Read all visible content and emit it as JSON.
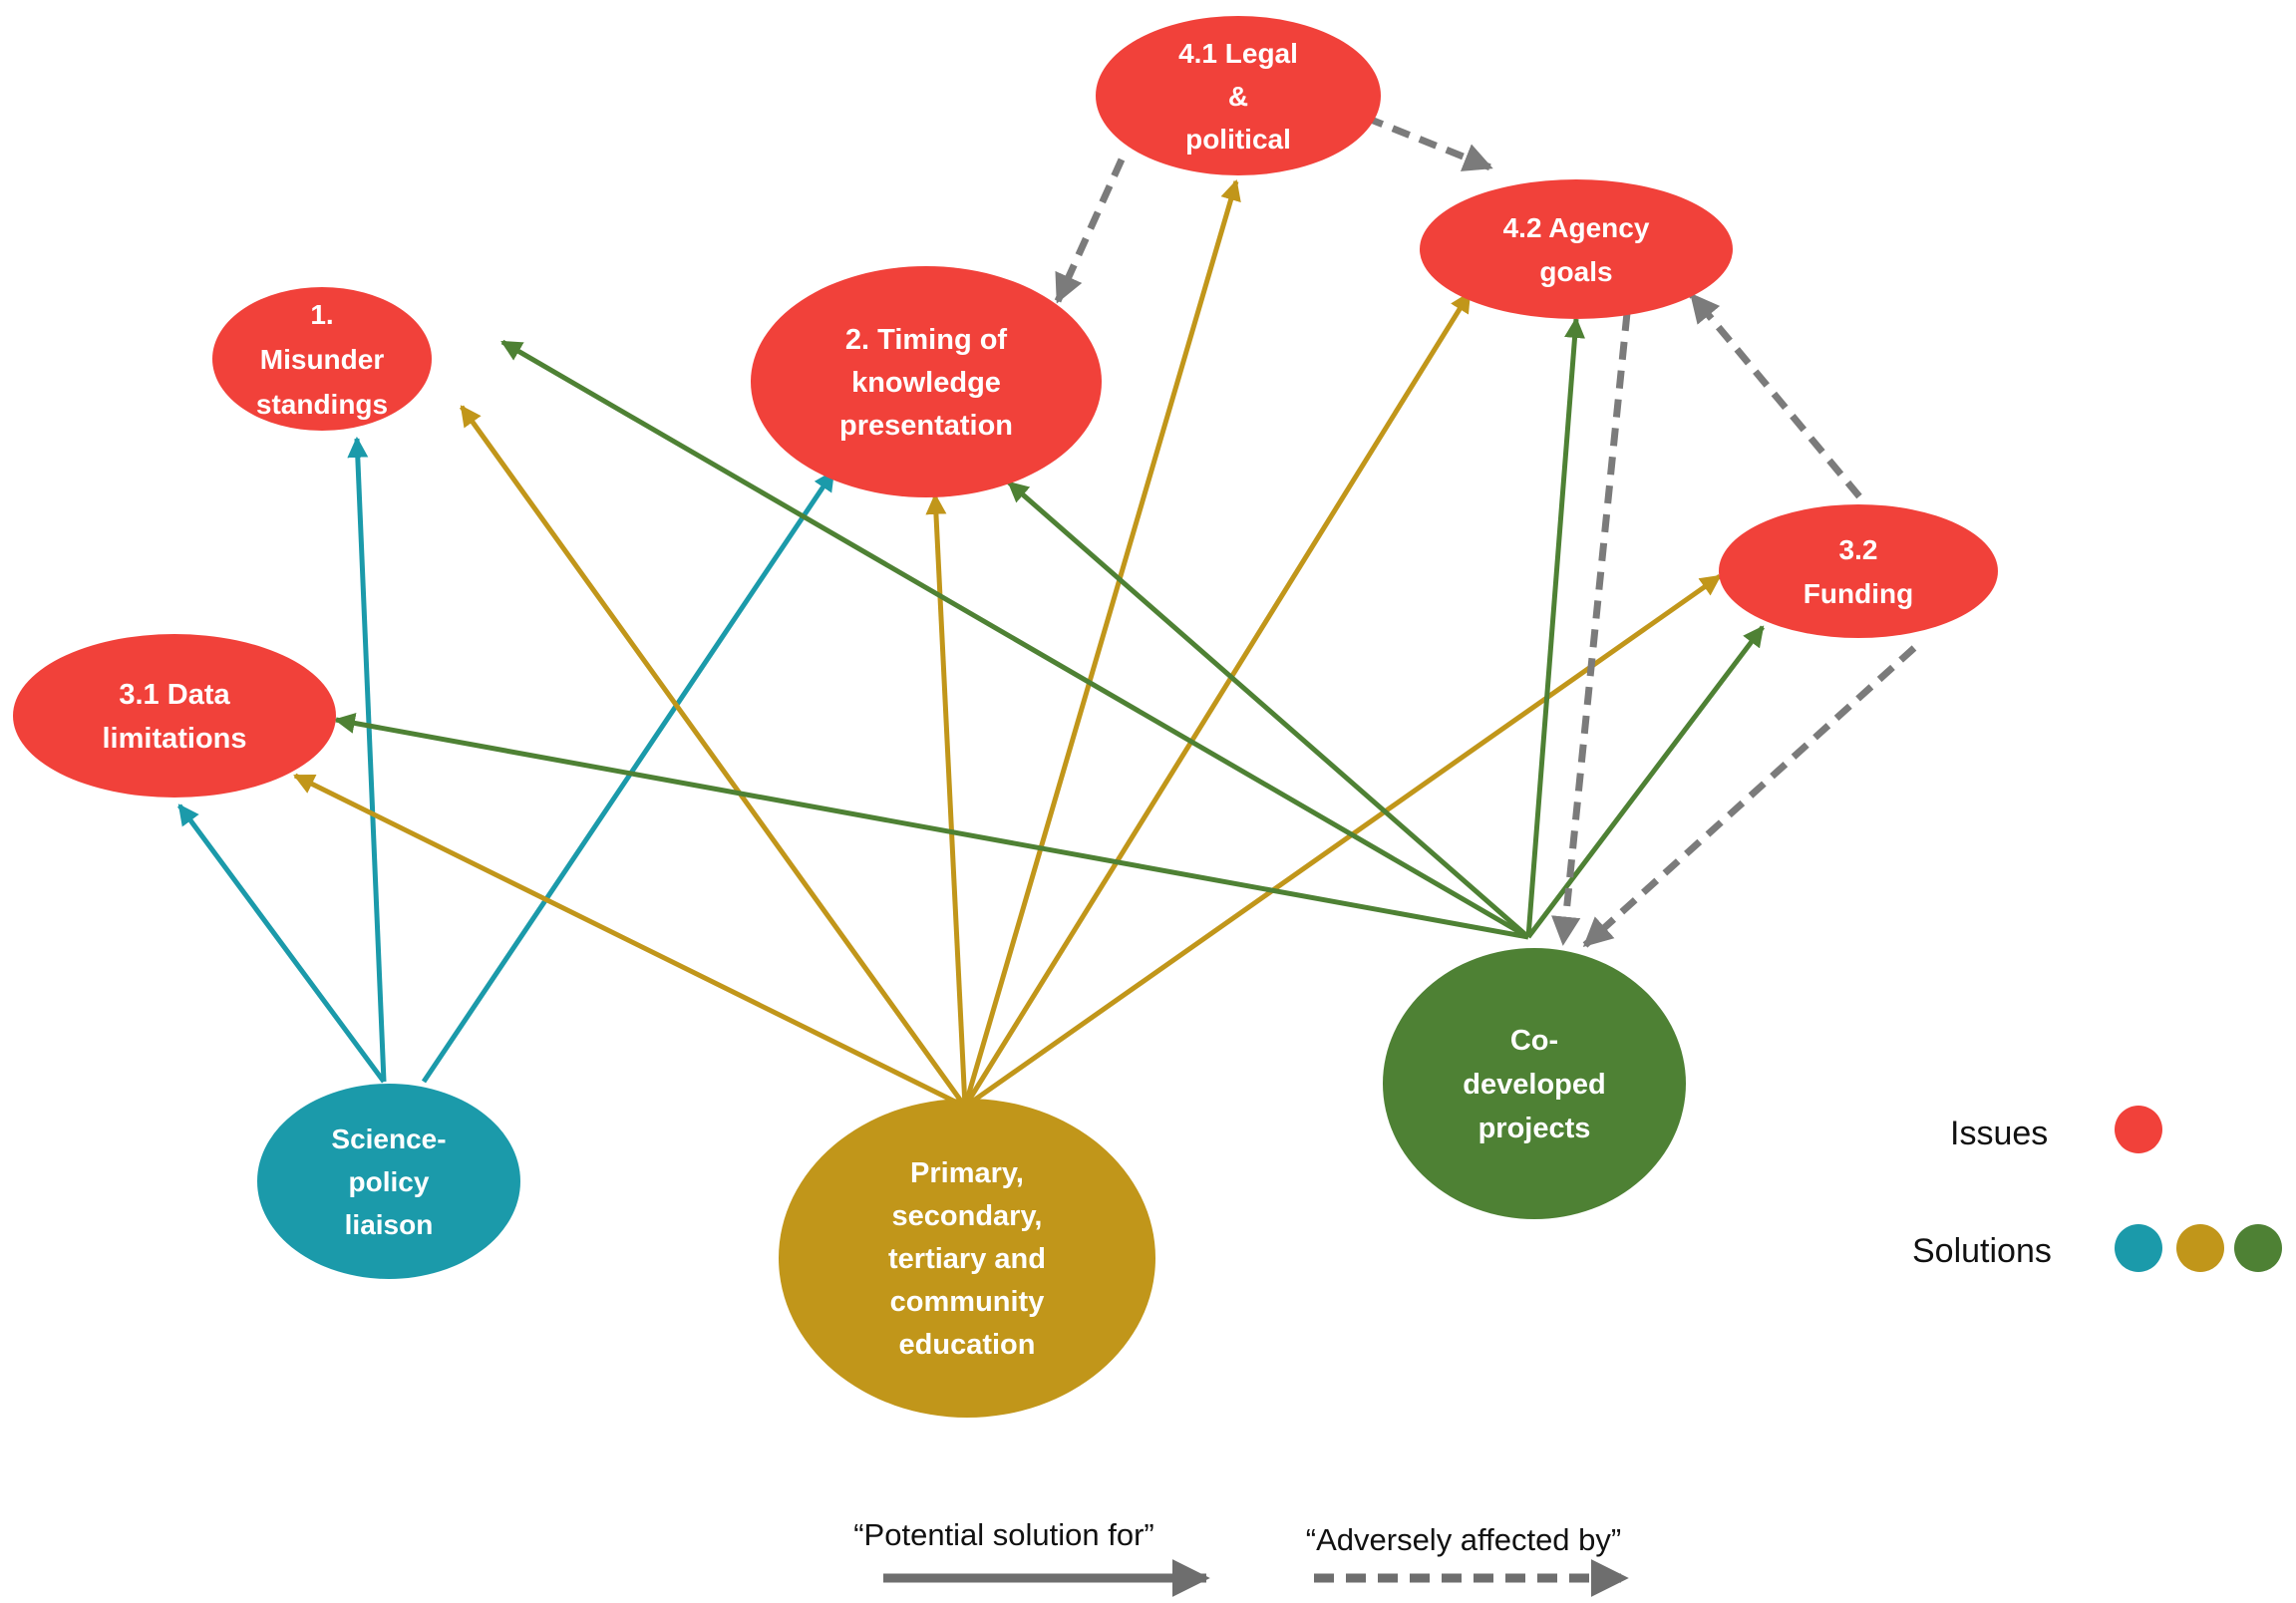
{
  "colors": {
    "issue": "#F1413A",
    "teal": "#1B9AAA",
    "gold": "#C1961A",
    "green": "#4E8134",
    "dashed": "#7B7B7B",
    "legend_arrow": "#6E6E6E"
  },
  "nodes": {
    "misunderstandings": {
      "kind": "issue",
      "lines": [
        "1.",
        "Misunder",
        "standings"
      ]
    },
    "timing": {
      "kind": "issue",
      "lines": [
        "2. Timing  of",
        "knowledge",
        "presentation"
      ]
    },
    "legal": {
      "kind": "issue",
      "lines": [
        "4.1 Legal",
        "&",
        "political"
      ]
    },
    "agency": {
      "kind": "issue",
      "lines": [
        "4.2 Agency",
        "goals"
      ]
    },
    "funding": {
      "kind": "issue",
      "lines": [
        "3.2",
        "Funding"
      ]
    },
    "data": {
      "kind": "issue",
      "lines": [
        "3.1 Data",
        "limitations"
      ]
    },
    "science": {
      "kind": "teal",
      "lines": [
        "Science-",
        "policy",
        "liaison"
      ]
    },
    "education": {
      "kind": "gold",
      "lines": [
        "Primary,",
        "secondary,",
        "tertiary and",
        "community",
        "education"
      ]
    },
    "codeveloped": {
      "kind": "green",
      "lines": [
        "Co-",
        "developed",
        "projects"
      ]
    }
  },
  "edges": [
    {
      "from": "science",
      "to": "data",
      "type": "solution",
      "color": "teal"
    },
    {
      "from": "science",
      "to": "misunderstandings",
      "type": "solution",
      "color": "teal"
    },
    {
      "from": "science",
      "to": "timing",
      "type": "solution",
      "color": "teal"
    },
    {
      "from": "education",
      "to": "data",
      "type": "solution",
      "color": "gold"
    },
    {
      "from": "education",
      "to": "misunderstandings",
      "type": "solution",
      "color": "gold"
    },
    {
      "from": "education",
      "to": "timing",
      "type": "solution",
      "color": "gold"
    },
    {
      "from": "education",
      "to": "legal",
      "type": "solution",
      "color": "gold"
    },
    {
      "from": "education",
      "to": "agency",
      "type": "solution",
      "color": "gold"
    },
    {
      "from": "education",
      "to": "funding",
      "type": "solution",
      "color": "gold"
    },
    {
      "from": "codeveloped",
      "to": "data",
      "type": "solution",
      "color": "green"
    },
    {
      "from": "codeveloped",
      "to": "misunderstandings",
      "type": "solution",
      "color": "green"
    },
    {
      "from": "codeveloped",
      "to": "timing",
      "type": "solution",
      "color": "green"
    },
    {
      "from": "codeveloped",
      "to": "agency",
      "type": "solution",
      "color": "green"
    },
    {
      "from": "codeveloped",
      "to": "funding",
      "type": "solution",
      "color": "green"
    },
    {
      "from": "legal",
      "to": "timing",
      "type": "adverse",
      "color": "dashed"
    },
    {
      "from": "legal",
      "to": "agency",
      "type": "adverse",
      "color": "dashed"
    },
    {
      "from": "funding",
      "to": "agency",
      "type": "adverse",
      "color": "dashed"
    },
    {
      "from": "agency",
      "to": "codeveloped",
      "type": "adverse",
      "color": "dashed"
    },
    {
      "from": "funding",
      "to": "codeveloped",
      "type": "adverse",
      "color": "dashed"
    }
  ],
  "legend": {
    "issues_label": "Issues",
    "solutions_label": "Solutions",
    "solution_colors": [
      "teal",
      "gold",
      "green"
    ],
    "solid_label": "“Potential solution for”",
    "dashed_label": "“Adversely affected by”"
  }
}
